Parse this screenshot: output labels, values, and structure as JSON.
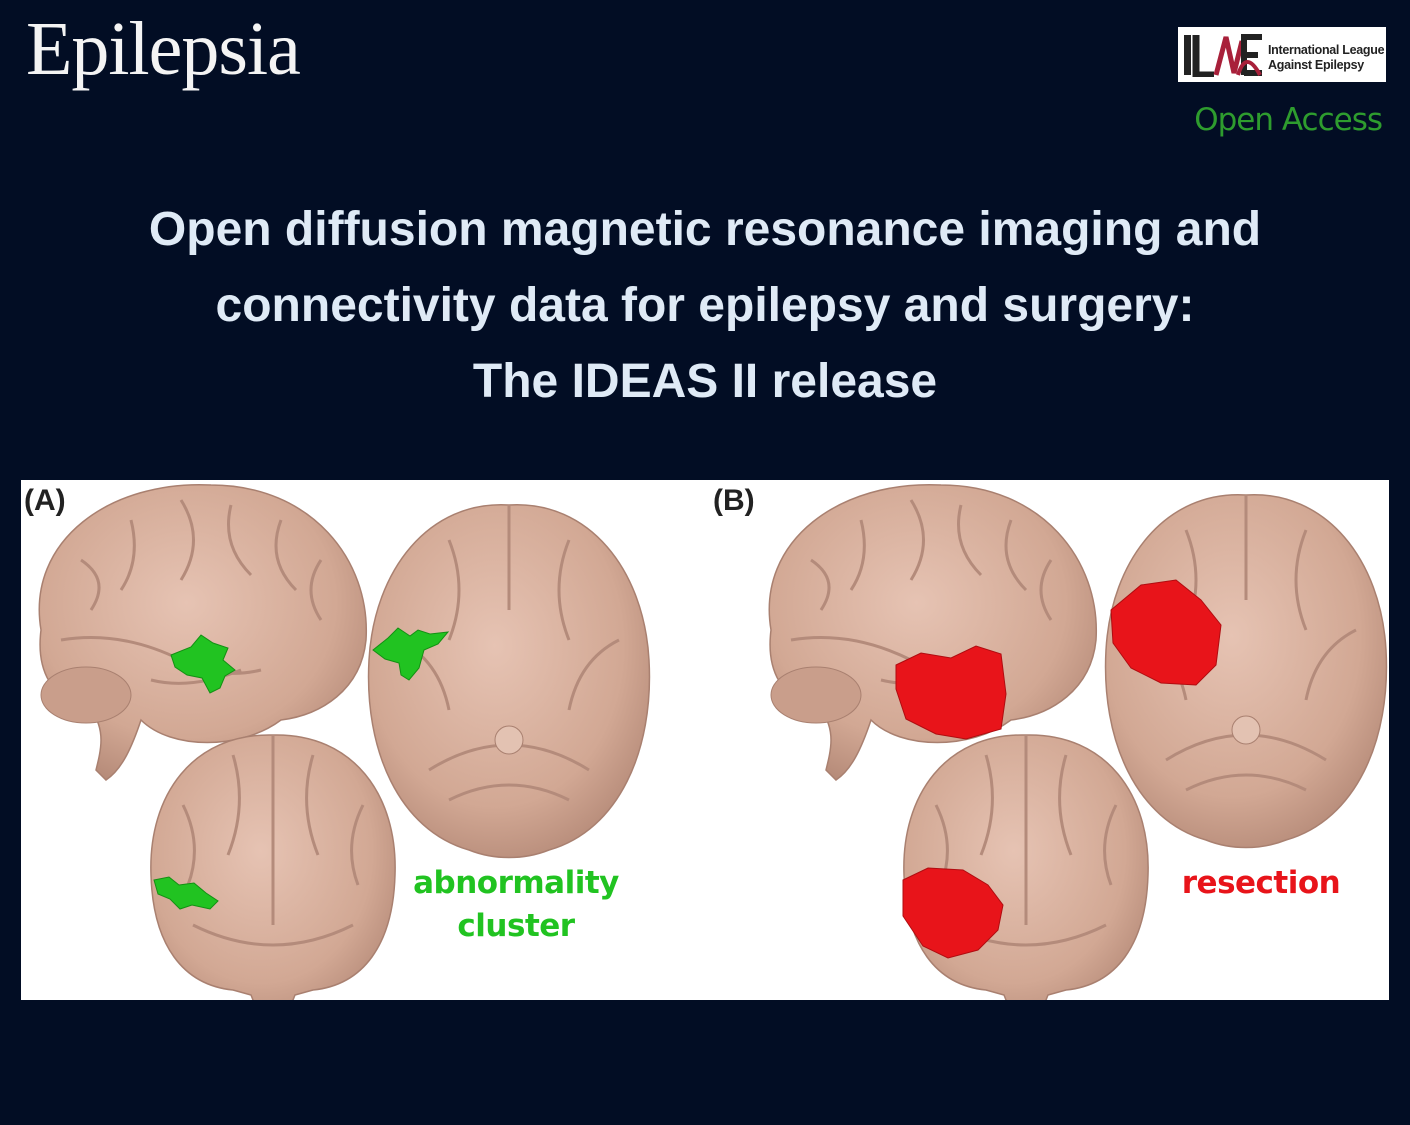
{
  "header": {
    "journal_name": "Epilepsia",
    "publisher_logo": {
      "mark": "ILAE",
      "line1": "International League",
      "line2": "Against Epilepsy"
    },
    "access_label": "Open Access"
  },
  "title_lines": [
    "Open diffusion magnetic resonance imaging and",
    "connectivity data for epilepsy and surgery:",
    "The IDEAS II release"
  ],
  "figure": {
    "panel_a": {
      "label": "(A)",
      "annotation_line1": "abnormality",
      "annotation_line2": "cluster",
      "color": "#21c321"
    },
    "panel_b": {
      "label": "(B)",
      "annotation": "resection",
      "color": "#e8141a"
    }
  },
  "colors": {
    "background": "#020d24",
    "title": "#dfeaf6",
    "open_access": "#2e9c2e",
    "brain": "#d4ab99"
  }
}
